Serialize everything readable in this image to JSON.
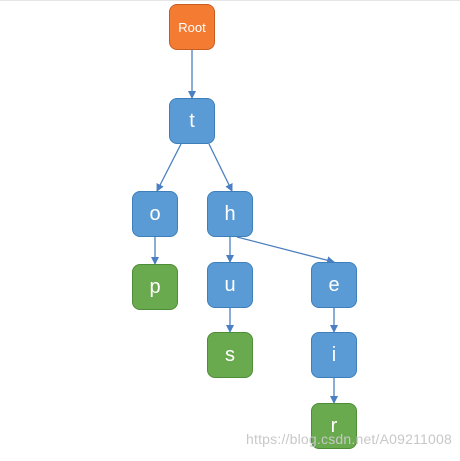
{
  "tree": {
    "nodes": [
      {
        "id": "root",
        "label": "Root",
        "kind": "root"
      },
      {
        "id": "t",
        "label": "t",
        "kind": "inner"
      },
      {
        "id": "o",
        "label": "o",
        "kind": "inner"
      },
      {
        "id": "h",
        "label": "h",
        "kind": "inner"
      },
      {
        "id": "p",
        "label": "p",
        "kind": "leaf"
      },
      {
        "id": "u",
        "label": "u",
        "kind": "inner"
      },
      {
        "id": "e",
        "label": "e",
        "kind": "inner"
      },
      {
        "id": "s",
        "label": "s",
        "kind": "leaf"
      },
      {
        "id": "i",
        "label": "i",
        "kind": "inner"
      },
      {
        "id": "r",
        "label": "r",
        "kind": "leaf"
      }
    ],
    "edges": [
      {
        "from": "root",
        "to": "t"
      },
      {
        "from": "t",
        "to": "o"
      },
      {
        "from": "t",
        "to": "h"
      },
      {
        "from": "o",
        "to": "p"
      },
      {
        "from": "h",
        "to": "u"
      },
      {
        "from": "h",
        "to": "e"
      },
      {
        "from": "u",
        "to": "s"
      },
      {
        "from": "e",
        "to": "i"
      },
      {
        "from": "i",
        "to": "r"
      }
    ]
  },
  "colors": {
    "root_fill": "#f47b32",
    "inner_fill": "#5b9bd5",
    "leaf_fill": "#6aaa4f",
    "edge": "#4a7fc1",
    "label": "#ffffff"
  },
  "watermark": {
    "text": "https://blog.csdn.net/A09211008"
  }
}
